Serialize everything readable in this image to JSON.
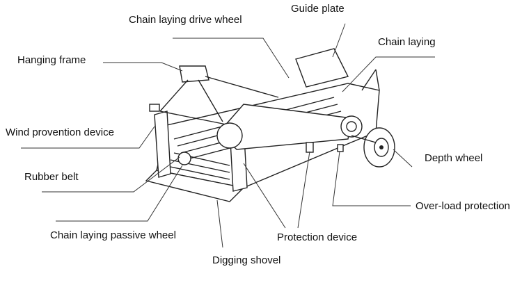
{
  "title": "Potato harvester structure diagram",
  "labels": {
    "chain_laying_drive_wheel": "Chain laying drive wheel",
    "guide_plate": "Guide plate",
    "chain_laying": "Chain laying",
    "hanging_frame": "Hanging frame",
    "wind_provention_device": "Wind provention device",
    "rubber_belt": "Rubber belt",
    "depth_wheel": "Depth wheel",
    "over_load_protection": "Over-load protection",
    "chain_laying_passive_wheel": "Chain laying passive wheel",
    "protection_device": "Protection device",
    "digging_shovel": "Digging shovel"
  }
}
